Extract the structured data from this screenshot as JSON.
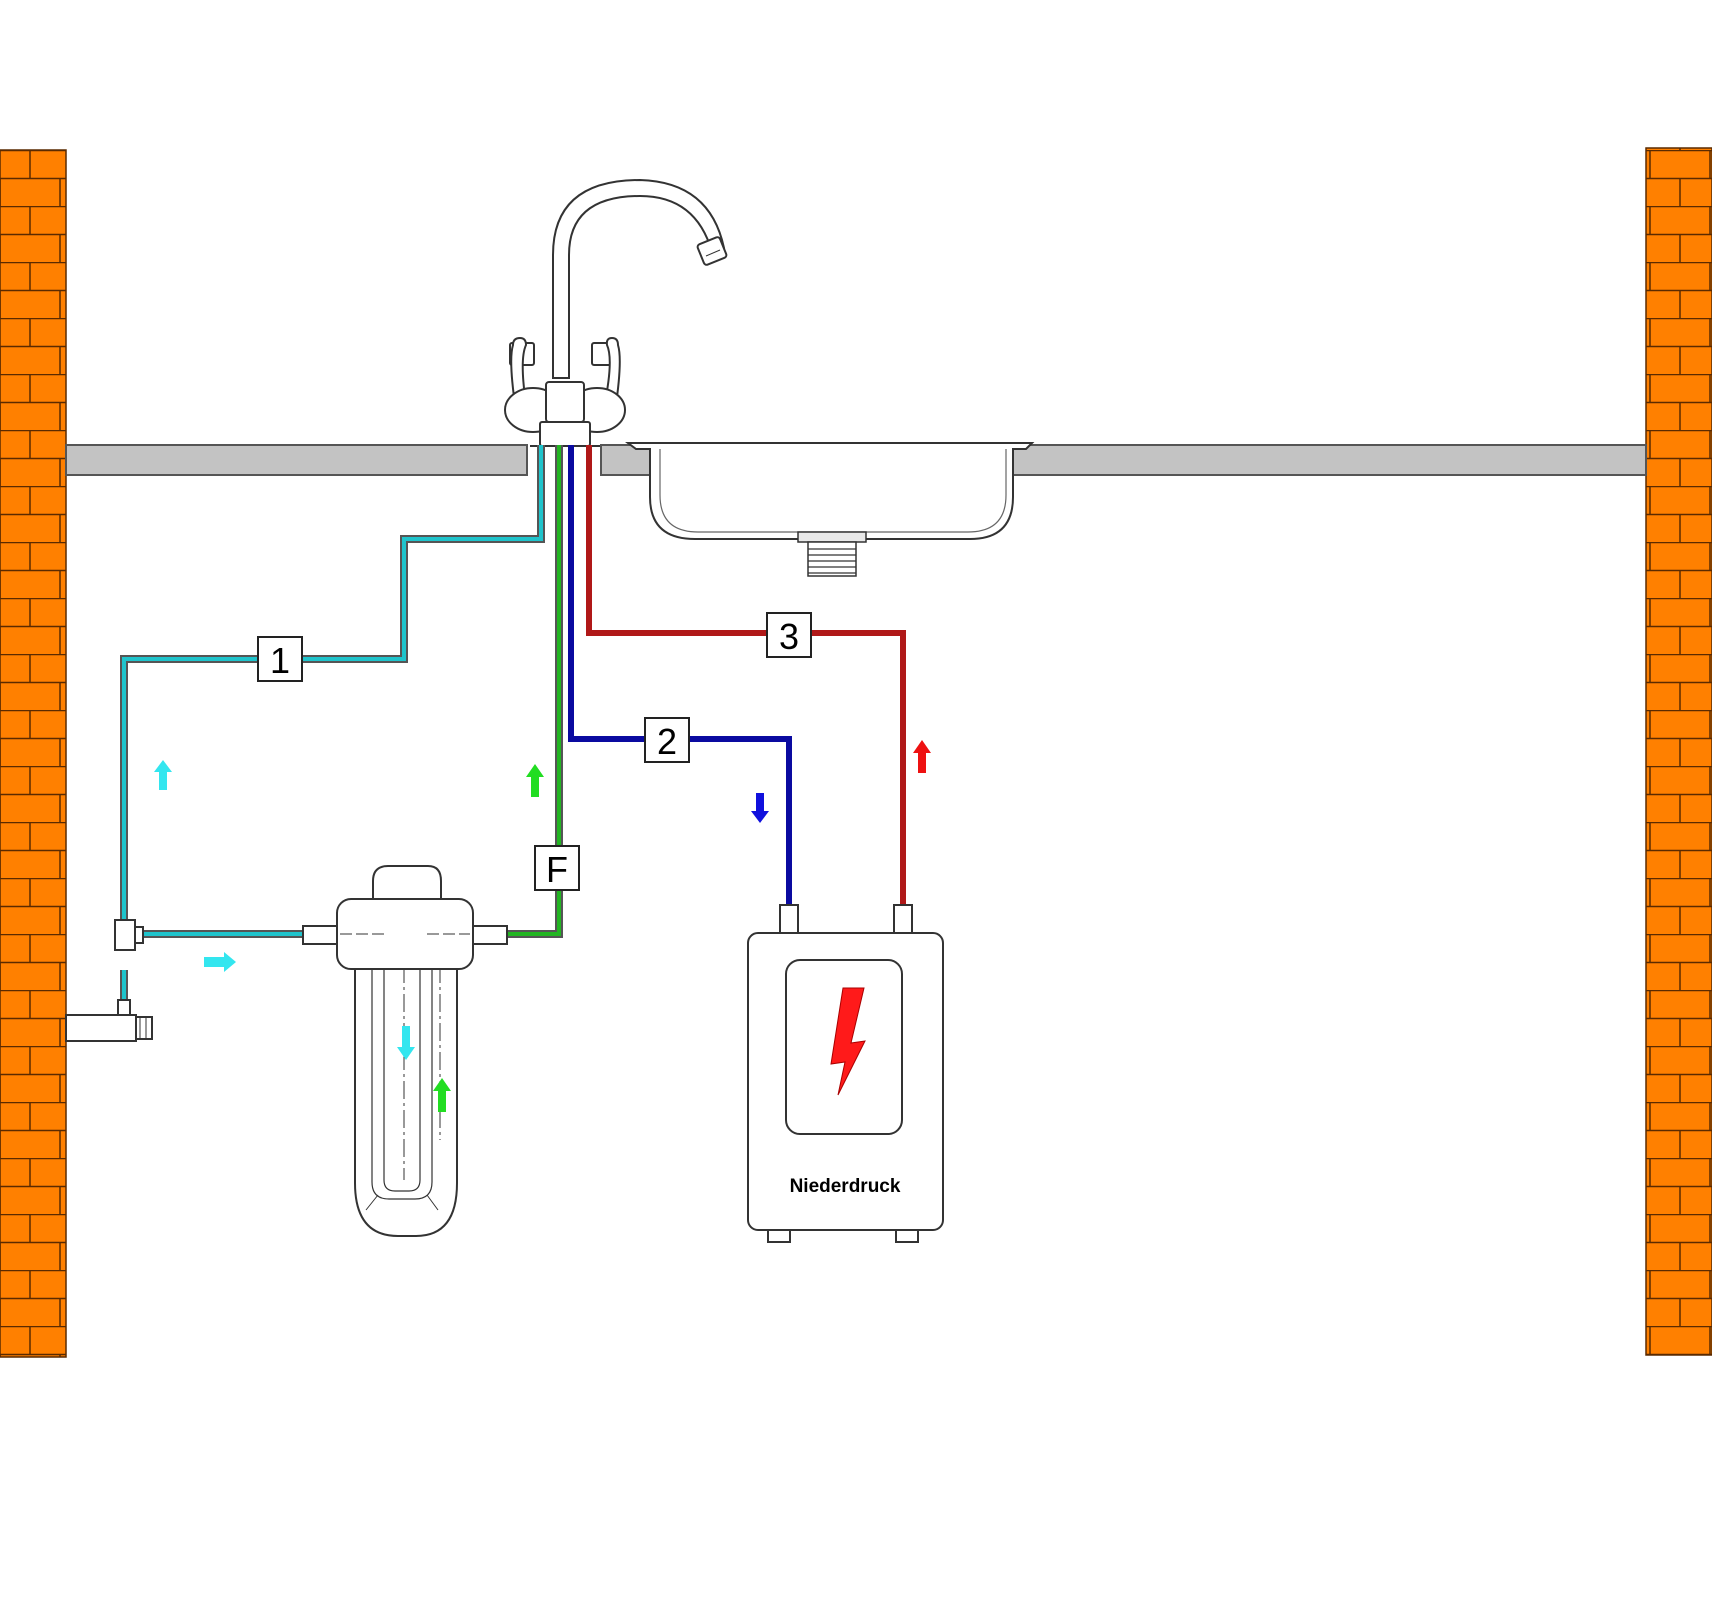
{
  "diagram": {
    "labels": {
      "pipe_1": "1",
      "pipe_2": "2",
      "pipe_3": "3",
      "filter": "F",
      "boiler": "Niederdruck"
    },
    "colors": {
      "brick": "#ff8000",
      "mortar": "#5a2a00",
      "counter": "#c3c3c3",
      "cold_line": "#1fc4cc",
      "filtered_line": "#22b522",
      "boiler_out_line": "#0a0aa0",
      "hot_line": "#b01818",
      "cyan_arrow": "#33e6ef",
      "green_arrow": "#22dd22",
      "blue_arrow": "#1010dd",
      "red_arrow": "#ee1111",
      "bolt": "#ff1a1a"
    },
    "icons": [
      "lightning-icon",
      "flow-arrow-icon"
    ]
  }
}
